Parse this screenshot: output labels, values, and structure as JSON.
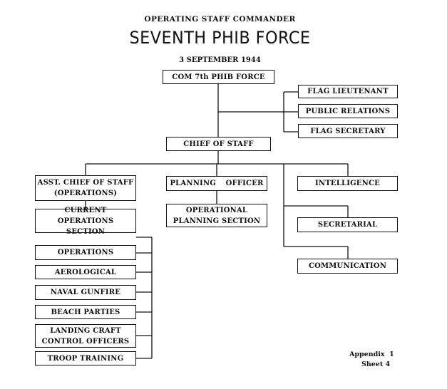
{
  "header": {
    "subtitle": "OPERATING STAFF COMMANDER",
    "title": "SEVENTH PHIB FORCE",
    "date": "3 SEPTEMBER 1944"
  },
  "nodes": {
    "commander": "COM 7th PHIB FORCE",
    "flag_lieutenant": "FLAG LIEUTENANT",
    "public_relations": "PUBLIC RELATIONS",
    "flag_secretary": "FLAG SECRETARY",
    "chief_of_staff": "CHIEF OF STAFF",
    "asst_chief_of_staff": "ASST. CHIEF OF STAFF\n(OPERATIONS)",
    "planning_officer": "PLANNING OFFICER",
    "intelligence": "INTELLIGENCE",
    "current_operations_section": "CURRENT OPERATIONS\nSECTION",
    "operational_planning_section": "OPERATIONAL\nPLANNING SECTION",
    "secretarial": "SECRETARIAL",
    "communication": "COMMUNICATION",
    "operations": "OPERATIONS",
    "aerological": "AEROLOGICAL",
    "naval_gunfire": "NAVAL GUNFIRE",
    "beach_parties": "BEACH PARTIES",
    "landing_craft_control_officers": "LANDING CRAFT\nCONTROL OFFICERS",
    "troop_training": "TROOP TRAINING"
  },
  "footer": {
    "appendix": "Appendix  1",
    "sheet": "Sheet 4"
  }
}
